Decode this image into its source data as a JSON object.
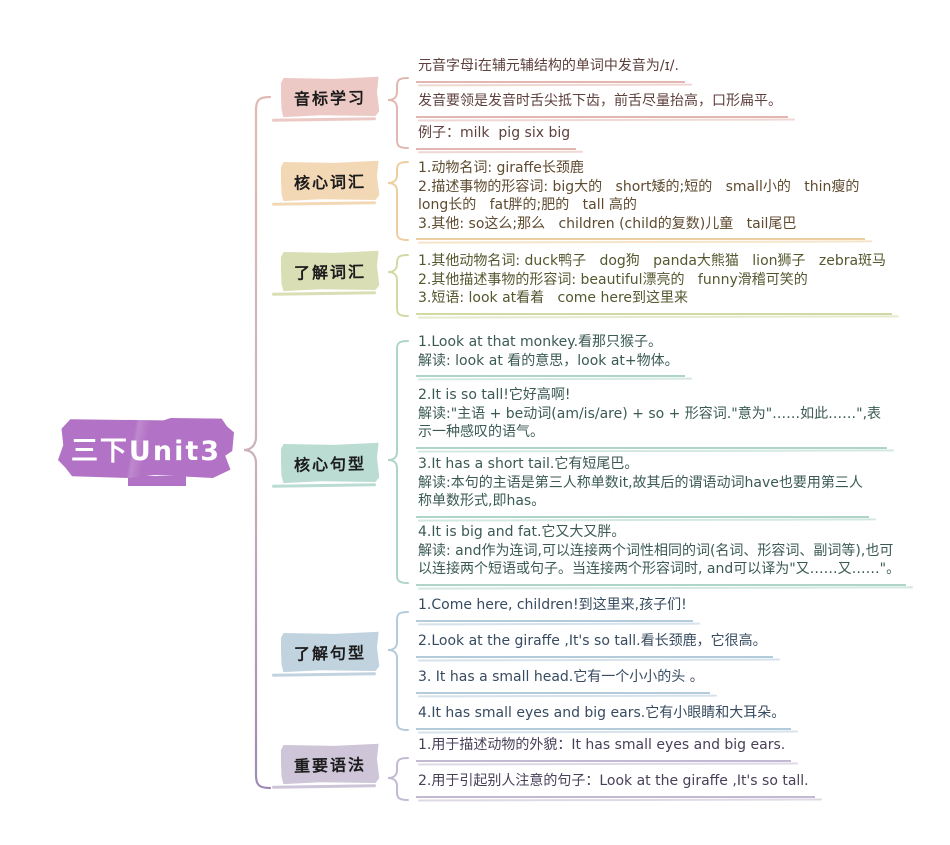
{
  "title": "三下Unit3",
  "central": {
    "color": "#b272c5",
    "text_color": "#ffffff"
  },
  "main_brace": {
    "top_color": "#e0b9b3",
    "bottom_color": "#9d8bb4"
  },
  "branches": [
    {
      "label": "音标学习",
      "css": "--bg:#ecc9c4;--ink:#5e403d;--line:#e2b7b1",
      "color": "#ecc9c4",
      "leaves": [
        {
          "text": "元音字母i在辅元辅结构的单词中发音为/ɪ/."
        },
        {
          "text": "发音要领是发音时舌尖抵下齿，前舌尽量抬高，口形扁平。"
        },
        {
          "text": "例子：milk  pig six big"
        }
      ]
    },
    {
      "label": "核心词汇",
      "css": "--bg:#f3d8b6;--ink:#5e4a2f;--line:#ecce9f",
      "color": "#f3d8b6",
      "leaves": [
        {
          "text": "1.动物名词: giraffe长颈鹿\n2.描述事物的形容词: big大的   short矮的;短的   small小的   thin瘦的\nlong长的   fat胖的;肥的   tall 高的\n3.其他: so这么;那么   children (child的复数)儿童   tail尾巴"
        }
      ]
    },
    {
      "label": "了解词汇",
      "css": "--bg:#d9deb5;--ink:#55572f;--line:#d2d9a4",
      "color": "#d9deb5",
      "leaves": [
        {
          "text": "1.其他动物名词: duck鸭子   dog狗   panda大熊猫   lion狮子   zebra斑马\n2.其他描述事物的形容词: beautiful漂亮的   funny滑稽可笑的\n3.短语: look at看着   come here到这里来"
        }
      ]
    },
    {
      "label": "核心句型",
      "css": "--bg:#bbdcd2;--ink:#3b5a54;--line:#aed5c8",
      "color": "#bbdcd2",
      "leaves": [
        {
          "text": "1.Look at that monkey.看那只猴子。\n解读: look at 看的意思，look at+物体。"
        },
        {
          "text": "2.It is so tall!它好高啊!\n解读:\"主语 + be动词(am/is/are) + so + 形容词.\"意为\"……如此……\",表\n示一种感叹的语气。"
        },
        {
          "text": "3.It has a short tail.它有短尾巴。\n解读:本句的主语是第三人称单数it,故其后的谓语动词have也要用第三人\n称单数形式,即has。"
        },
        {
          "text": "4.It is big and fat.它又大又胖。\n解读: and作为连词,可以连接两个词性相同的词(名词、形容词、副词等),也可\n以连接两个短语或句子。当连接两个形容词时, and可以译为\"又……又……\"。"
        }
      ]
    },
    {
      "label": "了解句型",
      "css": "--bg:#c2d3e0;--ink:#374b60;--line:#b4cbdc",
      "color": "#c2d3e0",
      "leaves": [
        {
          "text": "1.Come here, children!到这里来,孩子们!"
        },
        {
          "text": "2.Look at the giraffe ,It's so tall.看长颈鹿，它很高。"
        },
        {
          "text": "3. It has a small head.它有一个小小的头 。"
        },
        {
          "text": "4.It has small eyes and big ears.它有小眼睛和大耳朵。"
        }
      ]
    },
    {
      "label": "重要语法",
      "css": "--bg:#cec5d9;--ink:#493f58;--line:#c4b9d2",
      "color": "#cec5d9",
      "leaves": [
        {
          "text": "1.用于描述动物的外貌：It has small eyes and big ears."
        },
        {
          "text": "2.用于引起别人注意的句子：Look at the giraffe ,It's so tall."
        }
      ]
    }
  ]
}
